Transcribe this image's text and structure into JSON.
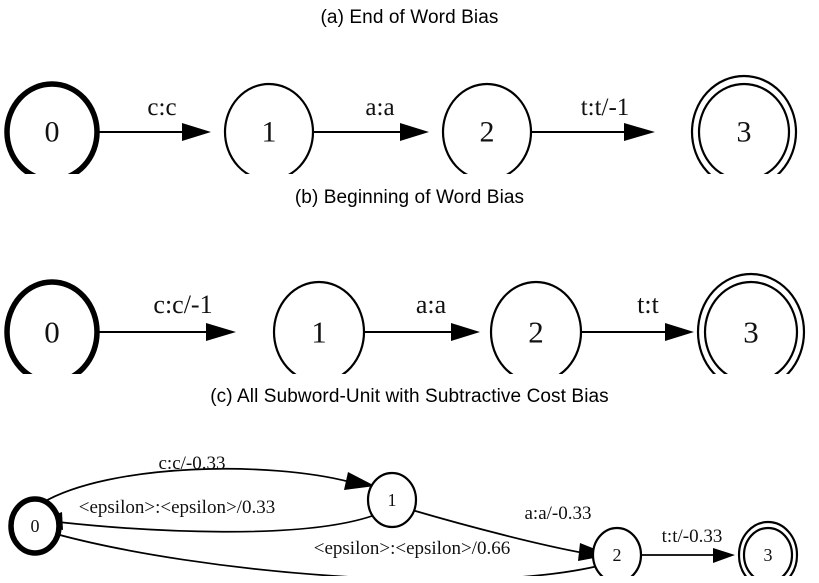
{
  "figure": {
    "name": "fst-bias-figure",
    "background": "#ffffff",
    "foreground": "#000000"
  },
  "panels": [
    {
      "id": "a",
      "title": "(a) End of Word Bias",
      "states": [
        {
          "id": "0",
          "label": "0",
          "type": "initial"
        },
        {
          "id": "1",
          "label": "1",
          "type": "normal"
        },
        {
          "id": "2",
          "label": "2",
          "type": "normal"
        },
        {
          "id": "3",
          "label": "3",
          "type": "final"
        }
      ],
      "transitions": [
        {
          "from": "0",
          "to": "1",
          "label": "c:c"
        },
        {
          "from": "1",
          "to": "2",
          "label": "a:a"
        },
        {
          "from": "2",
          "to": "3",
          "label": "t:t/-1"
        }
      ]
    },
    {
      "id": "b",
      "title": "(b) Beginning of Word Bias",
      "states": [
        {
          "id": "0",
          "label": "0",
          "type": "initial"
        },
        {
          "id": "1",
          "label": "1",
          "type": "normal"
        },
        {
          "id": "2",
          "label": "2",
          "type": "normal"
        },
        {
          "id": "3",
          "label": "3",
          "type": "final"
        }
      ],
      "transitions": [
        {
          "from": "0",
          "to": "1",
          "label": "c:c/-1"
        },
        {
          "from": "1",
          "to": "2",
          "label": "a:a"
        },
        {
          "from": "2",
          "to": "3",
          "label": "t:t"
        }
      ]
    },
    {
      "id": "c",
      "title": "(c) All Subword-Unit with Subtractive Cost Bias",
      "states": [
        {
          "id": "0",
          "label": "0",
          "type": "initial"
        },
        {
          "id": "1",
          "label": "1",
          "type": "normal"
        },
        {
          "id": "2",
          "label": "2",
          "type": "normal"
        },
        {
          "id": "3",
          "label": "3",
          "type": "final"
        }
      ],
      "transitions": [
        {
          "from": "0",
          "to": "1",
          "label": "c:c/-0.33"
        },
        {
          "from": "1",
          "to": "0",
          "label": "<epsilon>:<epsilon>/0.33"
        },
        {
          "from": "1",
          "to": "2",
          "label": "a:a/-0.33"
        },
        {
          "from": "2",
          "to": "0",
          "label": "<epsilon>:<epsilon>/0.66"
        },
        {
          "from": "2",
          "to": "3",
          "label": "t:t/-0.33"
        }
      ]
    }
  ]
}
